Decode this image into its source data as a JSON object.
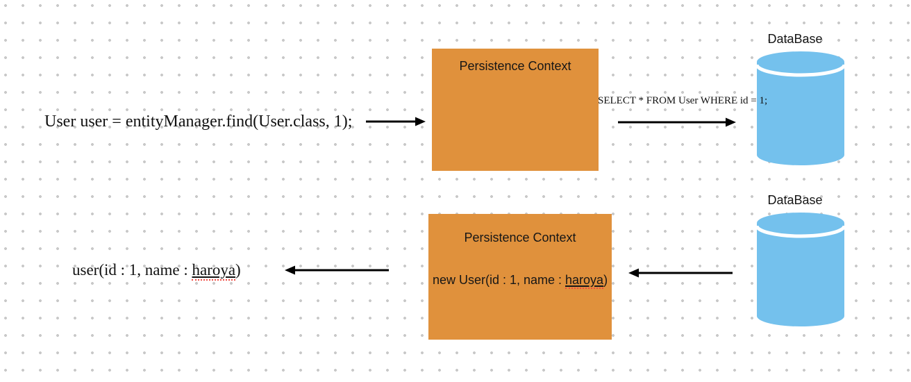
{
  "colors": {
    "context_box_orange": "#e0913c",
    "database_blue": "#74c1ed",
    "arrow_black": "#000000",
    "grid_dot_gray": "#c9c9c9",
    "misspell_underline_red": "#ef4a41"
  },
  "top_flow": {
    "code_text": "User user = entityManager.find(User.class, 1);",
    "persistence_context": {
      "title": "Persistence Context"
    },
    "sql_label": "SELECT * FROM User WHERE id = 1;",
    "database": {
      "label": "DataBase"
    }
  },
  "bottom_flow": {
    "result_text": {
      "prefix": "user(id : 1, name : ",
      "misspelled": "haroya",
      "suffix": ")"
    },
    "persistence_context": {
      "title": "Persistence Context",
      "entity_text": {
        "prefix": "new User(id : 1, name : ",
        "misspelled": "haroya",
        "suffix": ")"
      }
    },
    "database": {
      "label": "DataBase"
    }
  }
}
